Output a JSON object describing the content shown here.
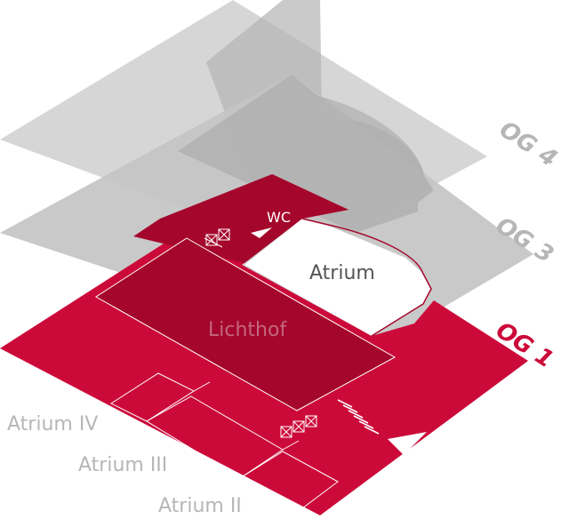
{
  "floors": {
    "og4": "OG 4",
    "og3": "OG 3",
    "og1": "OG 1"
  },
  "labels": {
    "wc": "WC",
    "atrium": "Atrium",
    "lichthof": "Lichthof",
    "atrium_iv": "Atrium IV",
    "atrium_iii": "Atrium III",
    "atrium_ii": "Atrium II"
  },
  "colors": {
    "og1_floor": "#cc0a3a",
    "og1_dark": "#a5062b",
    "og3_floor": "#c4c4c4",
    "og4_floor": "#d3d3d3",
    "upper_gray": "#a8a8a8",
    "label_gray": "#b6b6b6",
    "atrium_text": "#555555",
    "lines": "#ffffff"
  }
}
